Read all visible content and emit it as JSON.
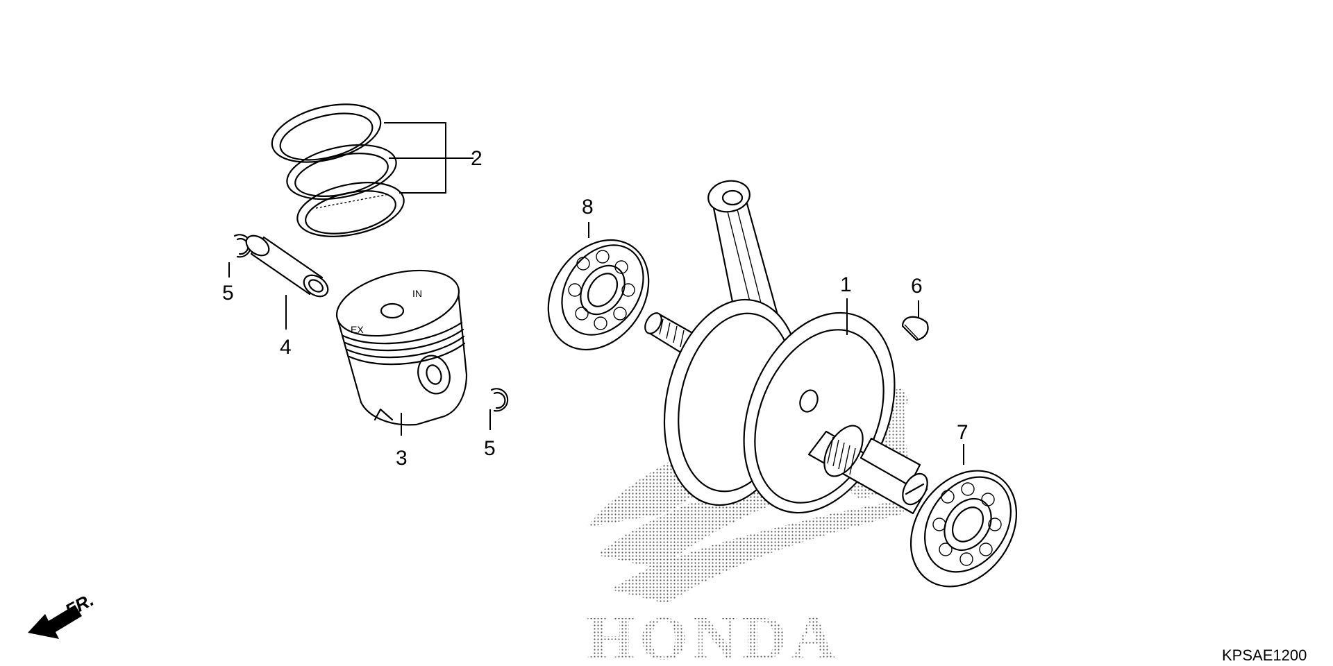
{
  "diagram": {
    "watermark_text": "HONDA",
    "direction_label": "FR.",
    "diagram_code": "KPSAE1200",
    "callouts": [
      {
        "id": "1",
        "part": "crankshaft"
      },
      {
        "id": "2",
        "part": "piston-ring-set"
      },
      {
        "id": "3",
        "part": "piston"
      },
      {
        "id": "4",
        "part": "piston-pin"
      },
      {
        "id": "5",
        "part": "piston-pin-clip"
      },
      {
        "id": "5",
        "part": "piston-pin-clip"
      },
      {
        "id": "6",
        "part": "woodruff-key"
      },
      {
        "id": "7",
        "part": "radial-ball-bearing"
      },
      {
        "id": "8",
        "part": "radial-ball-bearing"
      }
    ]
  }
}
